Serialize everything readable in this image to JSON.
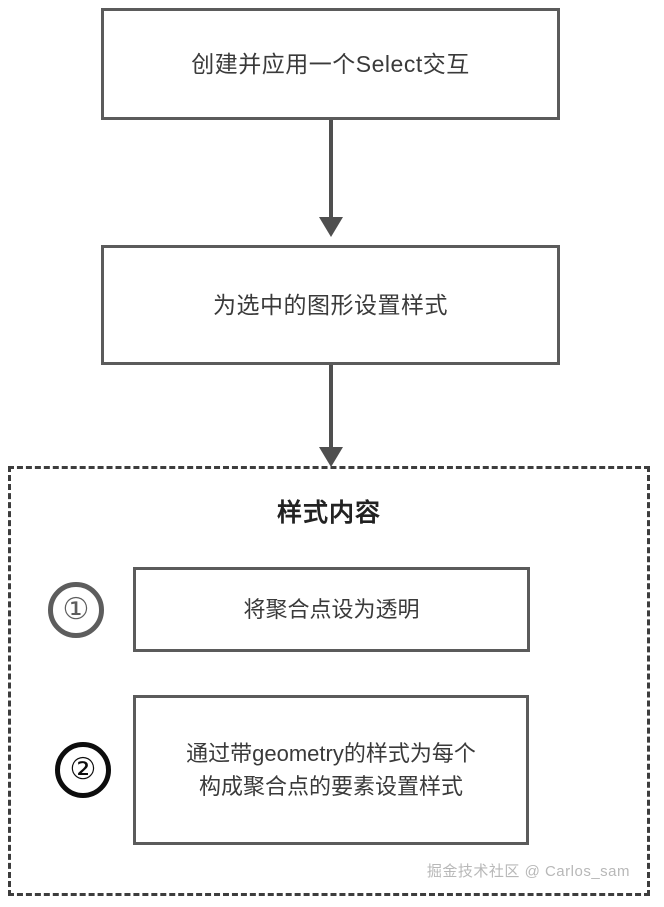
{
  "diagram": {
    "title": "样式内容",
    "steps": [
      {
        "id": "create-select",
        "label": "创建并应用一个Select交互"
      },
      {
        "id": "set-style",
        "label": "为选中的图形设置样式"
      }
    ],
    "group": {
      "title": "样式内容",
      "items": [
        {
          "number": "①",
          "number_color": "#5d5d5d",
          "lines": [
            "将聚合点设为透明"
          ],
          "label": "将聚合点设为透明"
        },
        {
          "number": "②",
          "number_color": "#0d0d0d",
          "lines": [
            "通过带geometry的样式为每个",
            "构成聚合点的要素设置样式"
          ],
          "line1": "通过带geometry的样式为每个",
          "line2": "构成聚合点的要素设置样式"
        }
      ]
    },
    "connectors": [
      {
        "id": "arrow-create-to-style",
        "icon": "down-arrow-icon"
      },
      {
        "id": "arrow-style-to-group",
        "icon": "down-arrow-icon"
      }
    ],
    "watermark": "掘金技术社区 @ Carlos_sam",
    "colors": {
      "box_border": "#5b5b5b",
      "arrow": "#4f4f4f",
      "dashed_border": "#3d3d3d",
      "text": "#3a3a3a",
      "watermark": "#b8b8b8",
      "background": "#ffffff"
    }
  }
}
